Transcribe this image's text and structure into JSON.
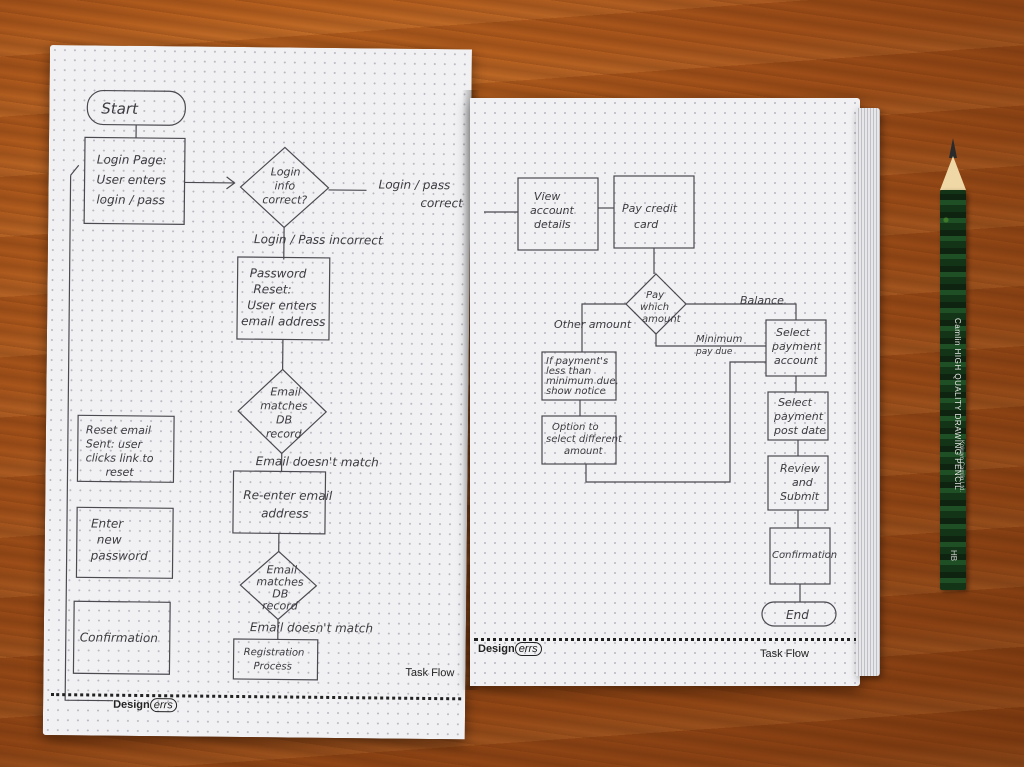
{
  "left_page": {
    "start": "Start",
    "login_page": [
      "Login Page:",
      "User enters",
      "login / pass"
    ],
    "login_info_correct": [
      "Login",
      "info",
      "correct?"
    ],
    "login_pass_correct": [
      "Login / pass",
      "correct"
    ],
    "login_pass_incorrect": "Login / Pass incorrect",
    "password_reset": [
      "Password",
      "Reset:",
      "User enters",
      "email address"
    ],
    "email_matches_db_1": [
      "Email",
      "matches",
      "DB",
      "record"
    ],
    "email_doesnt_match_1": "Email doesn't match",
    "reenter_email": [
      "Re-enter email",
      "address"
    ],
    "email_matches_db_2": [
      "Email",
      "matches",
      "DB",
      "record"
    ],
    "email_doesnt_match_2": "Email doesn't match",
    "registration_process": [
      "Registration",
      "Process"
    ],
    "reset_email_sent": [
      "Reset email",
      "Sent: user",
      "clicks link to",
      "reset"
    ],
    "enter_new_password": [
      "Enter",
      "new",
      "password"
    ],
    "confirmation": "Confirmation",
    "brand": "Design",
    "brand_suffix": "errs",
    "footer_title": "Task Flow"
  },
  "right_page": {
    "view_account_details": [
      "View",
      "account",
      "details"
    ],
    "pay_credit_card": [
      "Pay credit",
      "card"
    ],
    "pay_which_amount": [
      "Pay",
      "which",
      "amount"
    ],
    "balance": "Balance",
    "other_amount": "Other amount",
    "minimum_pay_due": [
      "Minimum",
      "pay due"
    ],
    "select_payment_account": [
      "Select",
      "payment",
      "account"
    ],
    "notice": [
      "If payment's",
      "less than",
      "minimum due,",
      "show notice"
    ],
    "option_different_amount": [
      "Option to",
      "select different",
      "amount"
    ],
    "select_payment_post_date": [
      "Select",
      "payment",
      "post date"
    ],
    "review_and_submit": [
      "Review",
      "and",
      "Submit"
    ],
    "confirmation": "Confirmation",
    "end": "End",
    "brand": "Design",
    "brand_suffix": "errs",
    "footer_title": "Task Flow"
  },
  "pencil": {
    "label": "Camlin HIGH QUALITY DRAWING PENCIL",
    "maker": "Kokuyo Camlin Ltd.",
    "grade": "HB"
  }
}
